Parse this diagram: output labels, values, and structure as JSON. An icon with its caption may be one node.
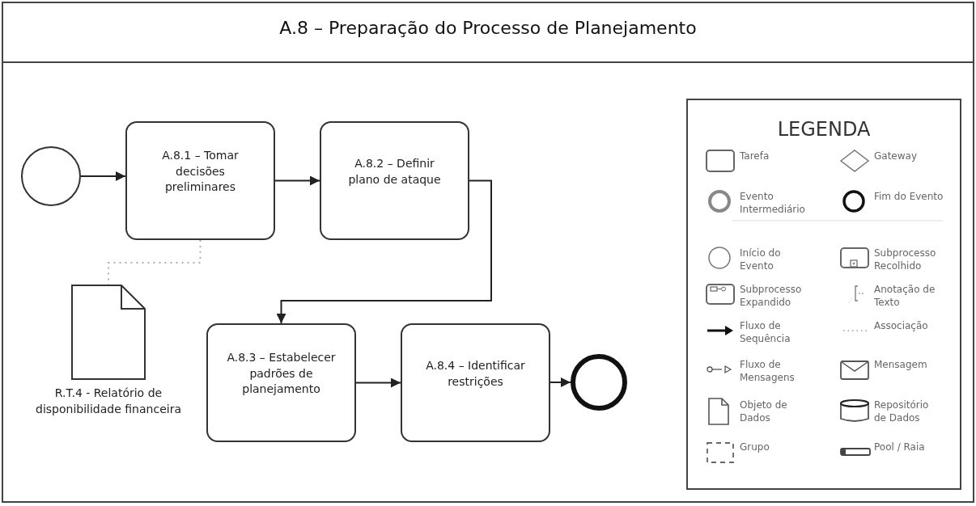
{
  "diagram": {
    "title": "A.8 – Preparação do Processo de Planejamento",
    "nodes": [
      {
        "text": [],
        "shape": "circle"
      },
      {
        "text": [
          "A.8.1 – Tomar decisões preliminares"
        ]
      },
      {
        "text": [
          "A.8.2 – Definir plano de ataque"
        ]
      },
      {
        "text": [
          "A.8.3 – Estabelecer padrões de planejamento"
        ]
      },
      {
        "text": [
          "A.8.4 – Identificar restrições"
        ]
      },
      {
        "text": [],
        "shape": "circle"
      },
      {
        "text": [
          "R.T.4 - Relatório de disponibilidade financeira"
        ]
      }
    ],
    "edges": [
      {
        "from": 0,
        "to": 1,
        "arrow": "to"
      },
      {
        "from": 1,
        "to": 2,
        "arrow": "to"
      },
      {
        "from": 2,
        "to": 3,
        "arrow": "to"
      },
      {
        "from": 3,
        "to": 4,
        "arrow": "to"
      },
      {
        "from": 4,
        "to": 5,
        "arrow": "to"
      },
      {
        "from": 1,
        "to": 6,
        "arrow": "none",
        "style": "dashed",
        "color": "#b0b0b0"
      }
    ],
    "labels": [
      "LEGENDA"
    ],
    "legend": [
      {
        "text": "Tarefa"
      },
      {
        "text": "Gateway"
      },
      {
        "text": "Evento Intermediário"
      },
      {
        "text": "Fim do Evento"
      },
      {
        "text": "Início do Evento"
      },
      {
        "text": "Subprocesso Recolhido"
      },
      {
        "text": "Subprocesso Expandido"
      },
      {
        "text": "Anotação de Texto"
      },
      {
        "text": "Fluxo de Sequência"
      },
      {
        "text": "Associação"
      },
      {
        "text": "Fluxo de Mensagens"
      },
      {
        "text": "Mensagem"
      },
      {
        "text": "Objeto de Dados"
      },
      {
        "text": "Repositório de Dados"
      },
      {
        "text": "Grupo"
      },
      {
        "text": "Pool / Raia"
      }
    ]
  }
}
